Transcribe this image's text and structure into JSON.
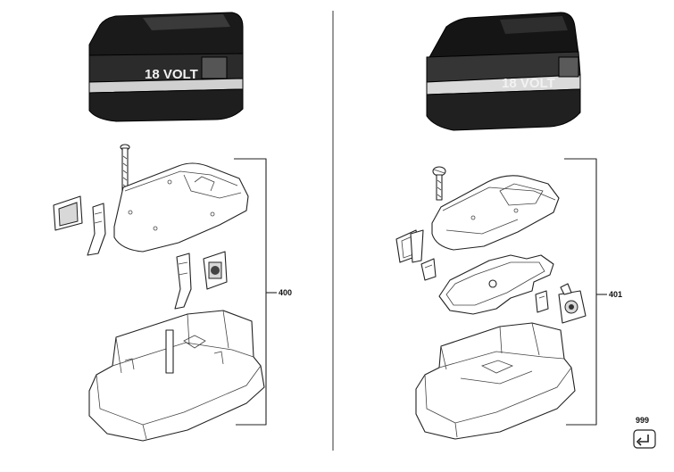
{
  "left_assembly": {
    "battery_label": "18 VOLT",
    "callout": "400"
  },
  "right_assembly": {
    "battery_label": "18 VOLT",
    "callout": "401"
  },
  "corner_callout": "999",
  "icons": {
    "corner_symbol": "return-arrow-icon"
  }
}
